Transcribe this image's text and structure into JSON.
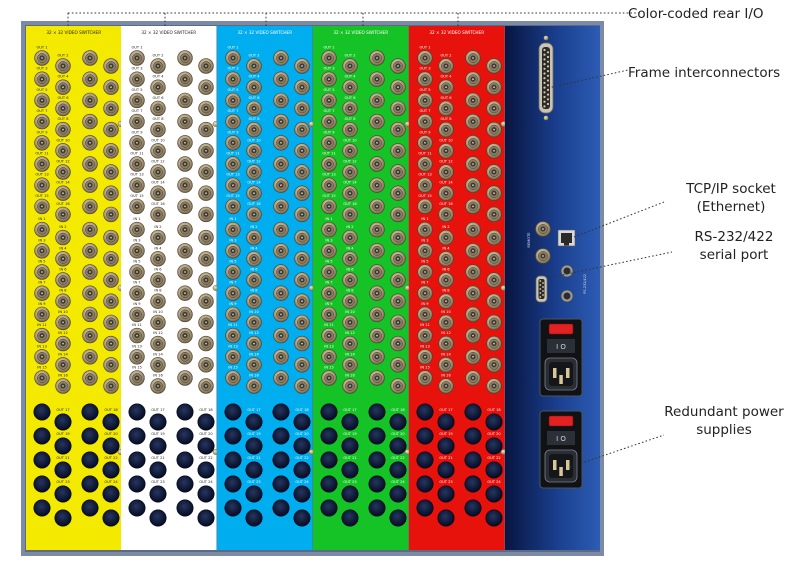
{
  "panels": [
    {
      "title": "32 × 32 VIDEO SWITCHER",
      "color": "#f4ea00",
      "label_color": "#222222"
    },
    {
      "title": "32 × 32 VIDEO SWITCHER",
      "color": "#ffffff",
      "label_color": "#222222"
    },
    {
      "title": "32 × 32 VIDEO SWITCHER",
      "color": "#00aeef",
      "label_color": "#ffffff"
    },
    {
      "title": "32 × 32 VIDEO SWITCHER",
      "color": "#16c326",
      "label_color": "#ffffff"
    },
    {
      "title": "32 × 32 VIDEO SWITCHER",
      "color": "#e8120c",
      "label_color": "#ffffff"
    }
  ],
  "port_labels": {
    "out_top": [
      "OUT 1",
      "OUT 2",
      "OUT 3",
      "OUT 4",
      "OUT 5",
      "OUT 6",
      "OUT 7",
      "OUT 8",
      "OUT 9",
      "OUT 10",
      "OUT 11",
      "OUT 12",
      "OUT 13",
      "OUT 14",
      "OUT 15",
      "OUT 16"
    ],
    "inputs": [
      "IN 1",
      "IN 2",
      "IN 3",
      "IN 4",
      "IN 5",
      "IN 6",
      "IN 7",
      "IN 8",
      "IN 9",
      "IN 10",
      "IN 11",
      "IN 12",
      "IN 13",
      "IN 14",
      "IN 15",
      "IN 16",
      "IN 17",
      "IN 18",
      "IN 19",
      "IN 20",
      "IN 21",
      "IN 22",
      "IN 23",
      "IN 24",
      "IN 25",
      "IN 26",
      "IN 27",
      "IN 28",
      "IN 29",
      "IN 30",
      "IN 31",
      "IN 32"
    ],
    "out_bottom": [
      "OUT 17",
      "OUT 18",
      "OUT 19",
      "OUT 20",
      "OUT 21",
      "OUT 22",
      "OUT 23",
      "OUT 24",
      "OUT 25",
      "OUT 26",
      "OUT 27",
      "OUT 28",
      "OUT 29",
      "OUT 30",
      "OUT 31",
      "OUT 32"
    ]
  },
  "control_panel": {
    "color_dark": "#0b1a4a",
    "color_light": "#2f5fb6",
    "side_label_1": "REMOTE",
    "side_label_2": "RS-232/422",
    "power_switch_labels": [
      "I",
      "O"
    ]
  },
  "callouts": [
    {
      "key": "rear_io",
      "text": "Color-coded rear I/O"
    },
    {
      "key": "interconnect",
      "text": "Frame interconnectors"
    },
    {
      "key": "ethernet",
      "text": "TCP/IP socket\n(Ethernet)"
    },
    {
      "key": "serial",
      "text": "RS-232/422\nserial port"
    },
    {
      "key": "power",
      "text": "Redundant power\nsupplies"
    }
  ],
  "colors": {
    "frame": "#7d8aa6",
    "bnc_metal": "#c9b99c",
    "bnc_dark": "#3b3a36",
    "blank_hole": "#0a1435",
    "leader": "#333333"
  }
}
